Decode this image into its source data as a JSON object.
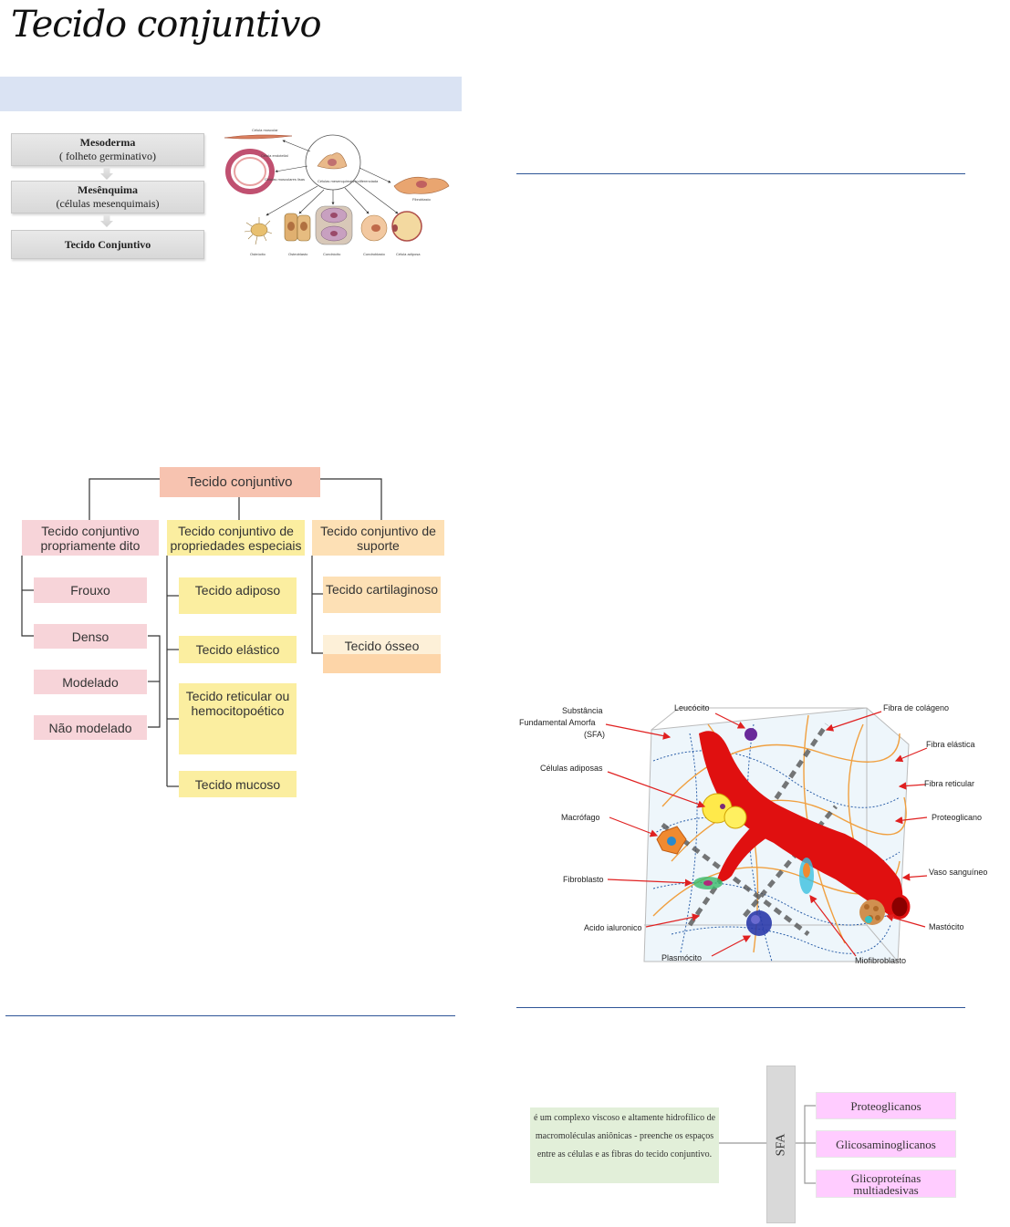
{
  "page": {
    "title": "Tecido conjuntivo"
  },
  "flow": {
    "box1_line1": "Mesoderma",
    "box1_line2": "( folheto germinativo)",
    "box2_line1": "Mesênquima",
    "box2_line2": "(células mesenquimais)",
    "box3": "Tecido Conjuntivo"
  },
  "cell_figure": {
    "labels": {
      "muscle": "Célula muscular",
      "endothelial": "Célula endotelial",
      "smooth": "Células musculares lisas",
      "mesenchymal": "Células mesenquimais indiferenciada",
      "fibroblast": "Fibroblasto",
      "osteocyte": "Osteócito",
      "osteoblast": "Osteoblasto",
      "chondrocyte": "Condrócito",
      "chondroblast": "Condroblasto",
      "adipose": "Célula adiposa"
    }
  },
  "hierarchy": {
    "root": "Tecido conjuntivo",
    "col1": {
      "head": "Tecido conjuntivo propriamente dito",
      "items": [
        "Frouxo",
        "Denso",
        "Modelado",
        "Não modelado"
      ]
    },
    "col2": {
      "head": "Tecido conjuntivo de propriedades especiais",
      "items": [
        "Tecido adiposo",
        "Tecido elástico",
        "Tecido reticular ou hemocitopoético",
        "Tecido mucoso"
      ]
    },
    "col3": {
      "head": "Tecido conjuntivo de suporte",
      "items": [
        "Tecido cartilaginoso",
        "Tecido ósseo"
      ]
    }
  },
  "matrix_figure": {
    "labels": {
      "sfa": "Substância Fundamental Amorfa (SFA)",
      "leucocito": "Leucócito",
      "colageno": "Fibra de colágeno",
      "elastica": "Fibra elástica",
      "reticular": "Fibra reticular",
      "adiposas": "Células adiposas",
      "proteoglicano": "Proteoglicano",
      "macrofago": "Macrófago",
      "vaso": "Vaso sanguíneo",
      "fibroblasto": "Fibroblasto",
      "mastocito": "Mastócito",
      "hialuronico": "Acido ialuronico",
      "plasmocito": "Plasmócito",
      "miofibroblasto": "Miofibroblasto"
    }
  },
  "sfa": {
    "description": "é um complexo viscoso e altamente hidrofílico de macromoléculas aniônicas - preenche os espaços entre as células e as fibras do tecido conjuntivo.",
    "label": "SFA",
    "items": [
      "Proteoglicanos",
      "Glicosaminoglicanos",
      "Glicoproteínas multiadesivas"
    ]
  },
  "colors": {
    "band": "#dae3f3",
    "rule": "#2e5597",
    "pink": "#f7d4d9",
    "yellow": "#fbeea0",
    "peach": "#fde0b5",
    "vessel": "#e01010",
    "collagen": "#f0a040"
  }
}
